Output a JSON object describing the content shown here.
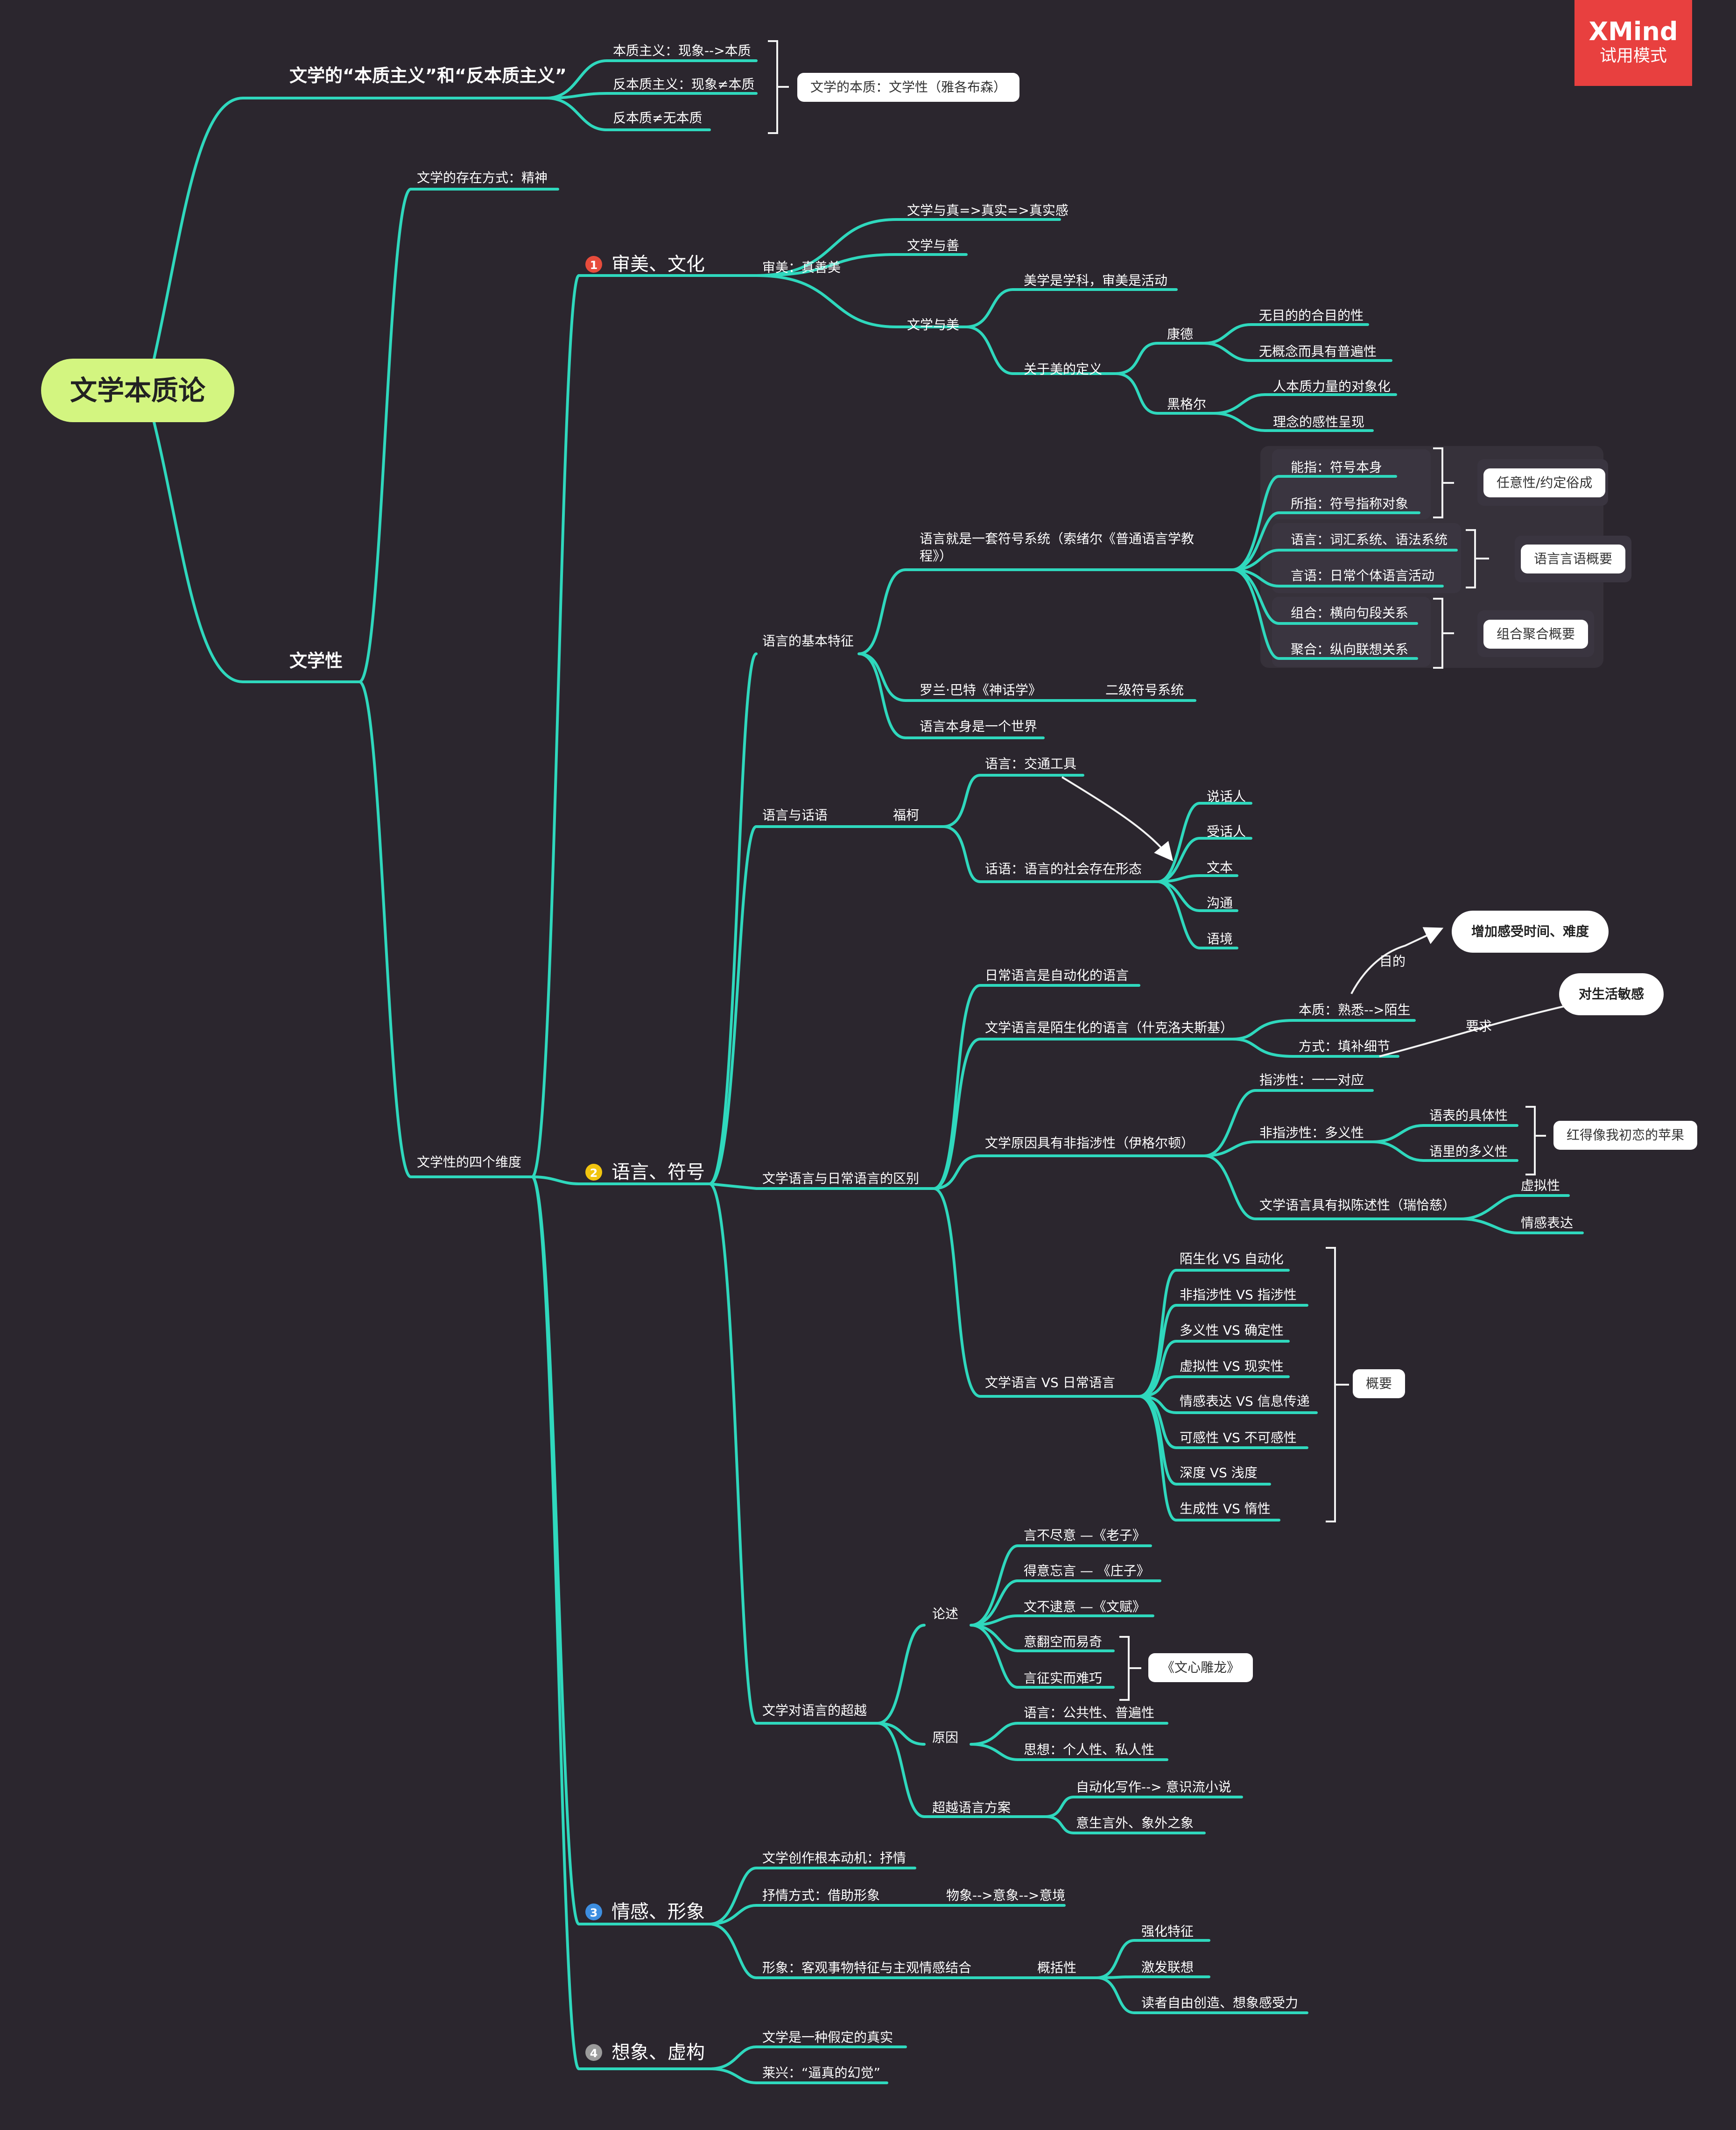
{
  "root": {
    "title": "文学本质论"
  },
  "watermark": {
    "brand": "XMind",
    "mode": "试用模式"
  },
  "b1": {
    "title": "文学的“本质主义”和“反本质主义”",
    "items": [
      "本质主义：现象-->本质",
      "反本质主义：现象≠本质",
      "反本质≠无本质"
    ],
    "summary": "文学的本质：文学性（雅各布森）"
  },
  "b2": {
    "title": "文学性",
    "exist": "文学的存在方式：精神",
    "four": "文学性的四个维度",
    "dims": [
      {
        "num": "1",
        "label": "审美、文化",
        "color": "#e74c3c"
      },
      {
        "num": "2",
        "label": "语言、符号",
        "color": "#f1c40f"
      },
      {
        "num": "3",
        "label": "情感、形象",
        "color": "#3d8ee0"
      },
      {
        "num": "4",
        "label": "想象、虚构",
        "color": "#9b9b9b"
      }
    ]
  },
  "d1": {
    "shenmei": "审美：真善美",
    "truth": "文学与真=>真实=>真实感",
    "good": "文学与善",
    "beauty": "文学与美",
    "aesth": "美学是学科，审美是活动",
    "def": "关于美的定义",
    "kant": "康德",
    "kant1": "无目的的合目的性",
    "kant2": "无概念而具有普遍性",
    "hegel": "黑格尔",
    "hegel1": "人本质力量的对象化",
    "hegel2": "理念的感性呈现"
  },
  "d2": {
    "basic": "语言的基本特征",
    "system1": "语言就是一套符号系统（索绪尔《普通语言学教",
    "system2": "程》）",
    "signs": [
      "能指：符号本身",
      "所指：符号指称对象",
      "语言：词汇系统、语法系统",
      "言语：日常个体语言活动",
      "组合：横向句段关系",
      "聚合：纵向联想关系"
    ],
    "sumA": "任意性/约定俗成",
    "sumB": "语言言语概要",
    "sumC": "组合聚合概要",
    "barthes": "罗兰·巴特《神话学》",
    "barthes1": "二级符号系统",
    "world": "语言本身是一个世界",
    "discourse": "语言与话语",
    "foucault": "福柯",
    "tool": "语言：交通工具",
    "social": "话语：语言的社会存在形态",
    "elems": [
      "说话人",
      "受话人",
      "文本",
      "沟通",
      "语境"
    ],
    "diff": "文学语言与日常语言的区别",
    "daily": "日常语言是自动化的语言",
    "defam": "文学语言是陌生化的语言（什克洛夫斯基）",
    "essence": "本质：熟悉-->陌生",
    "method": "方式：填补细节",
    "purpose": "目的",
    "purposeBox": "增加感受时间、难度",
    "require": "要求",
    "requireBox": "对生活敏感",
    "nonref": "文学原因具有非指涉性（伊格尔顿）",
    "ref": "指涉性：一一对应",
    "nonref2": "非指涉性：多义性",
    "surface": "语表的具体性",
    "inner": "语里的多义性",
    "apple": "红得像我初恋的苹果",
    "quasi": "文学语言具有拟陈述性（瑞恰慈）",
    "quasi1": "虚拟性",
    "quasi2": "情感表达",
    "vs": "文学语言 VS 日常语言",
    "vsItems": [
      "陌生化 VS 自动化",
      "非指涉性 VS 指涉性",
      "多义性 VS 确定性",
      "虚拟性 VS 现实性",
      "情感表达 VS 信息传递",
      "可感性  VS 不可感性",
      "深度 VS 浅度",
      "生成性  VS 惰性"
    ],
    "vsSum": "概要",
    "beyond": "文学对语言的超越",
    "lunshu": "论述",
    "quotes": [
      "言不尽意 —《老子》",
      "得意忘言 — 《庄子》",
      "文不逮意 —《文赋》",
      "意翻空而易奇",
      "言征实而难巧"
    ],
    "wenxin": "《文心雕龙》",
    "reason": "原因",
    "reasons": [
      "语言：公共性、普遍性",
      "思想：个人性、私人性"
    ],
    "plan": "超越语言方案",
    "plans": [
      "自动化写作--> 意识流小说",
      "意生言外、象外之象"
    ]
  },
  "d3": {
    "motive": "文学创作根本动机：抒情",
    "way": "抒情方式：借助形象",
    "chain": "物象-->意象-->意境",
    "image": "形象：客观事物特征与主观情感结合",
    "general": "概括性",
    "gens": [
      "强化特征",
      "激发联想",
      "读者自由创造、想象感受力"
    ]
  },
  "d4": {
    "fake": "文学是一种假定的真实",
    "lessing": "莱兴：“逼真的幻觉”"
  }
}
